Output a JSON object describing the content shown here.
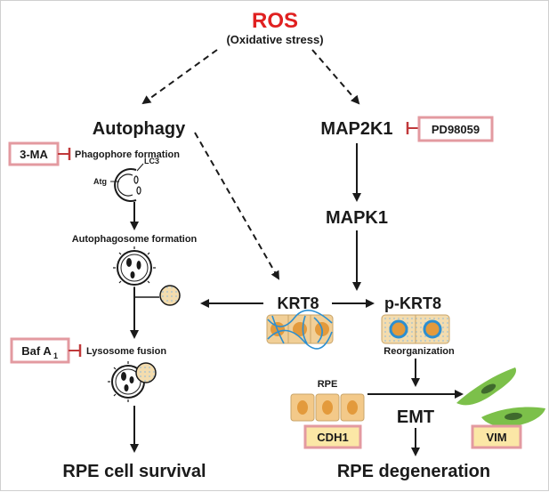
{
  "title": {
    "text": "ROS",
    "subtitle": "(Oxidative stress)"
  },
  "left": {
    "heading": "Autophagy",
    "inhibitor1": "3-MA",
    "step1": "Phagophore formation",
    "atg_label": "Atg",
    "lc3_label": "LC3",
    "step2": "Autophagosome formation",
    "inhibitor2": "Baf A",
    "inhibitor2_sub": "1",
    "step3": "Lysosome fusion",
    "outcome": "RPE cell survival"
  },
  "right": {
    "kinase1": "MAP2K1",
    "inhibitor": "PD98059",
    "kinase2": "MAPK1",
    "phospho": "p-KRT8",
    "reorg": "Reorganization",
    "rpe_label": "RPE",
    "cdh1": "CDH1",
    "emt": "EMT",
    "vim": "VIM",
    "outcome": "RPE degeneration"
  },
  "center": {
    "krt8": "KRT8"
  },
  "colors": {
    "ros": "#e02020",
    "inhibitor_border": "#e39aa0",
    "inhibitor_tbar": "#c0393b",
    "rpe_cell": "#f3c989",
    "rpe_nucleus": "#e39a3c",
    "marker_fill": "#fbe7a6",
    "filament_blue": "#2c8fd1",
    "krt_cell": "#f1cf97",
    "mesenchymal": "#7cc04a",
    "mesenchymal_nucleus": "#3f6a2d"
  }
}
